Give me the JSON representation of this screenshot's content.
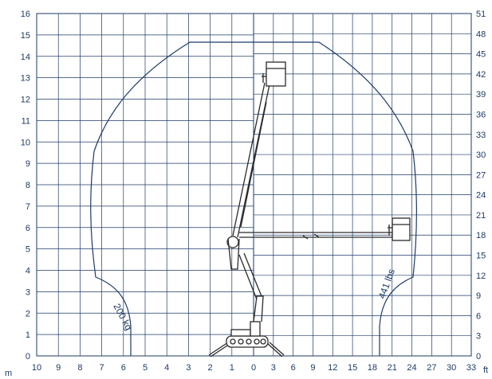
{
  "colors": {
    "grid": "#1e3a66",
    "envelope": "#1e3a66",
    "machine": "#2a2a2a",
    "background": "#ffffff"
  },
  "chart_data": {
    "type": "diagram",
    "x_axis": {
      "unit": "m",
      "left_ticks": [
        "10",
        "9",
        "8",
        "7",
        "6",
        "5",
        "4",
        "3",
        "2",
        "1",
        "0"
      ],
      "right_ticks": [
        "3",
        "6",
        "9",
        "12",
        "15",
        "18",
        "21",
        "24",
        "27",
        "30",
        "33"
      ],
      "right_unit": "ft"
    },
    "y_axis": {
      "unit": "m",
      "left_ticks": [
        "0",
        "1",
        "2",
        "3",
        "4",
        "5",
        "6",
        "7",
        "8",
        "9",
        "10",
        "11",
        "12",
        "13",
        "14",
        "15",
        "16"
      ],
      "right_ticks": [
        "0",
        "3",
        "6",
        "9",
        "12",
        "15",
        "18",
        "21",
        "24",
        "27",
        "30",
        "33",
        "36",
        "39",
        "42",
        "45",
        "48",
        "51"
      ],
      "right_unit": "ft"
    },
    "envelope_labels": {
      "left": "200 kg",
      "right": "441 lbs"
    },
    "grid": true
  }
}
